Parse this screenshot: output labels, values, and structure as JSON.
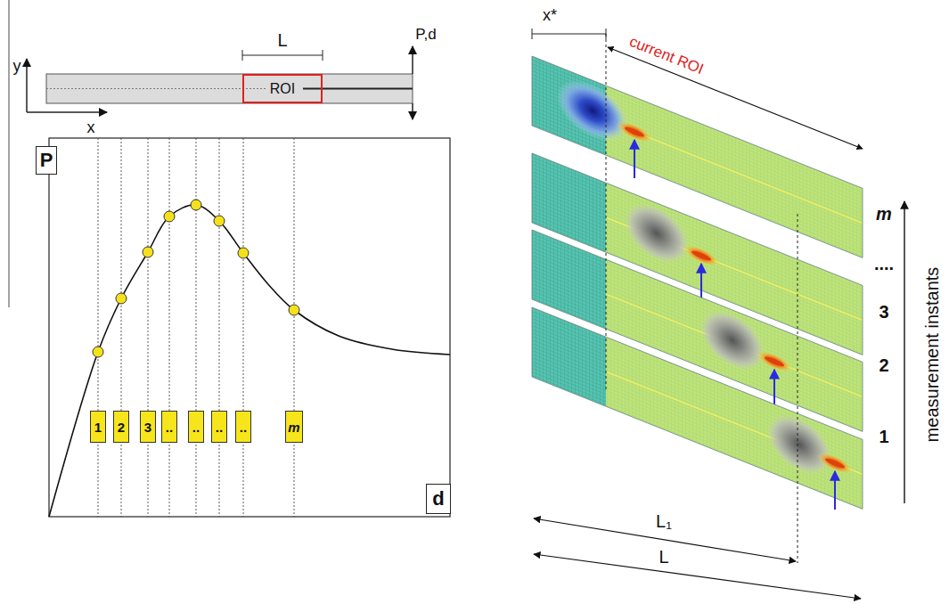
{
  "diagram": {
    "nodes": [
      {
        "text": [
          "ROI"
        ]
      },
      {
        "text": [
          "P"
        ]
      },
      {
        "text": [
          "d"
        ]
      },
      {
        "text": [
          "1"
        ]
      },
      {
        "text": [
          "2"
        ]
      },
      {
        "text": [
          "3"
        ]
      },
      {
        "text": [
          ".."
        ]
      },
      {
        "text": [
          ".."
        ]
      },
      {
        "text": [
          ".."
        ]
      },
      {
        "text": [
          ".."
        ]
      },
      {
        "text": [
          "m"
        ]
      }
    ],
    "labels": [
      "L",
      "y",
      "x",
      "P,d",
      "x*",
      "current ROI",
      "m",
      "....",
      "3",
      "2",
      "1",
      "measurement instants",
      "L₁",
      "L"
    ]
  }
}
